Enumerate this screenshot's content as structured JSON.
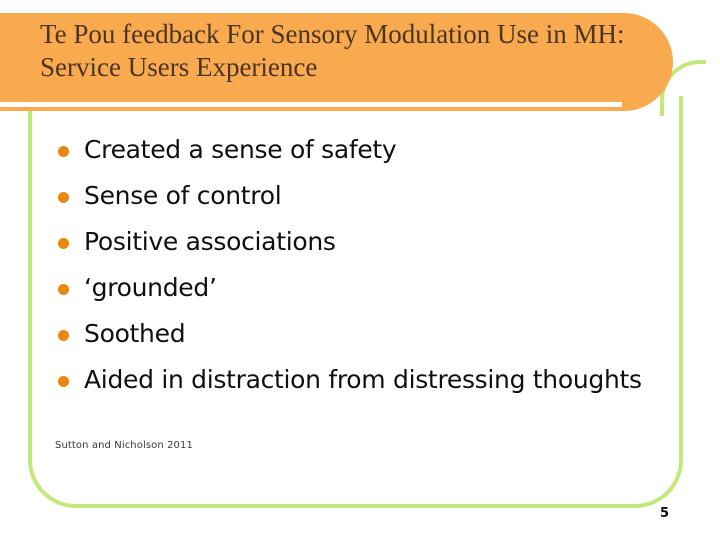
{
  "slide": {
    "title": "Te Pou feedback For Sensory Modulation Use in MH:  Service Users Experience",
    "page_number": "5",
    "citation": "Sutton and Nicholson 2011",
    "bullets": [
      {
        "text": "Created a sense of safety"
      },
      {
        "text": "Sense of control"
      },
      {
        "text": "Positive associations"
      },
      {
        "text": "‘grounded’"
      },
      {
        "text": "Soothed"
      },
      {
        "text": "Aided in distraction from distressing thoughts"
      }
    ],
    "colors": {
      "banner_orange": "#f9a94e",
      "frame_green": "#c3e87c",
      "bullet_orange": "#e8890c",
      "title_text": "#4a3526",
      "body_text": "#101010",
      "background": "#ffffff"
    }
  }
}
